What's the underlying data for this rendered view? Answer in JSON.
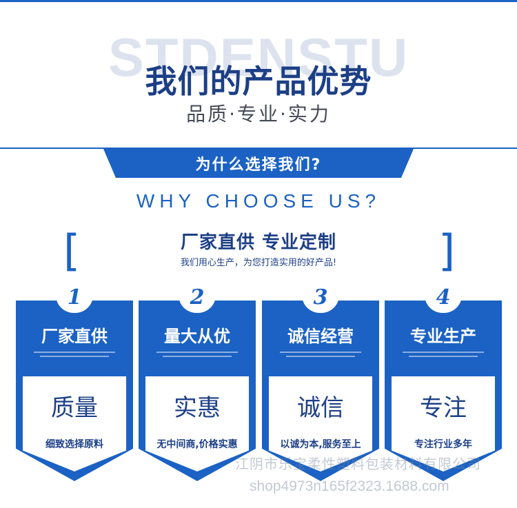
{
  "header": {
    "bg_text": "STDENSTU",
    "title": "我们的产品优势",
    "subtitle": "品质·专业·实力"
  },
  "banner": {
    "text": "为什么选择我们?"
  },
  "why": {
    "text": "WHY CHOOSE US?"
  },
  "brackets": {
    "left": "[",
    "right": "]"
  },
  "factory": {
    "title": "厂家直供  专业定制",
    "subtitle": "我们用心生产，为您打造实用的好产品!"
  },
  "cards": [
    {
      "number": "1",
      "title": "厂家直供",
      "big": "质量",
      "small": "细致选择原料"
    },
    {
      "number": "2",
      "title": "量大从优",
      "big": "实惠",
      "small": "无中间商,价格实惠"
    },
    {
      "number": "3",
      "title": "诚信经营",
      "big": "诚信",
      "small": "以诚为本,服务至上"
    },
    {
      "number": "4",
      "title": "专业生产",
      "big": "专注",
      "small": "专注行业多年"
    }
  ],
  "watermark": {
    "company": "江阴市乐宝柔性塑料包装材料有限公司",
    "shop": "shop4973n165f2323.1688.com"
  },
  "colors": {
    "brand_blue": "#1b62c4",
    "navy": "#1c3f86"
  }
}
